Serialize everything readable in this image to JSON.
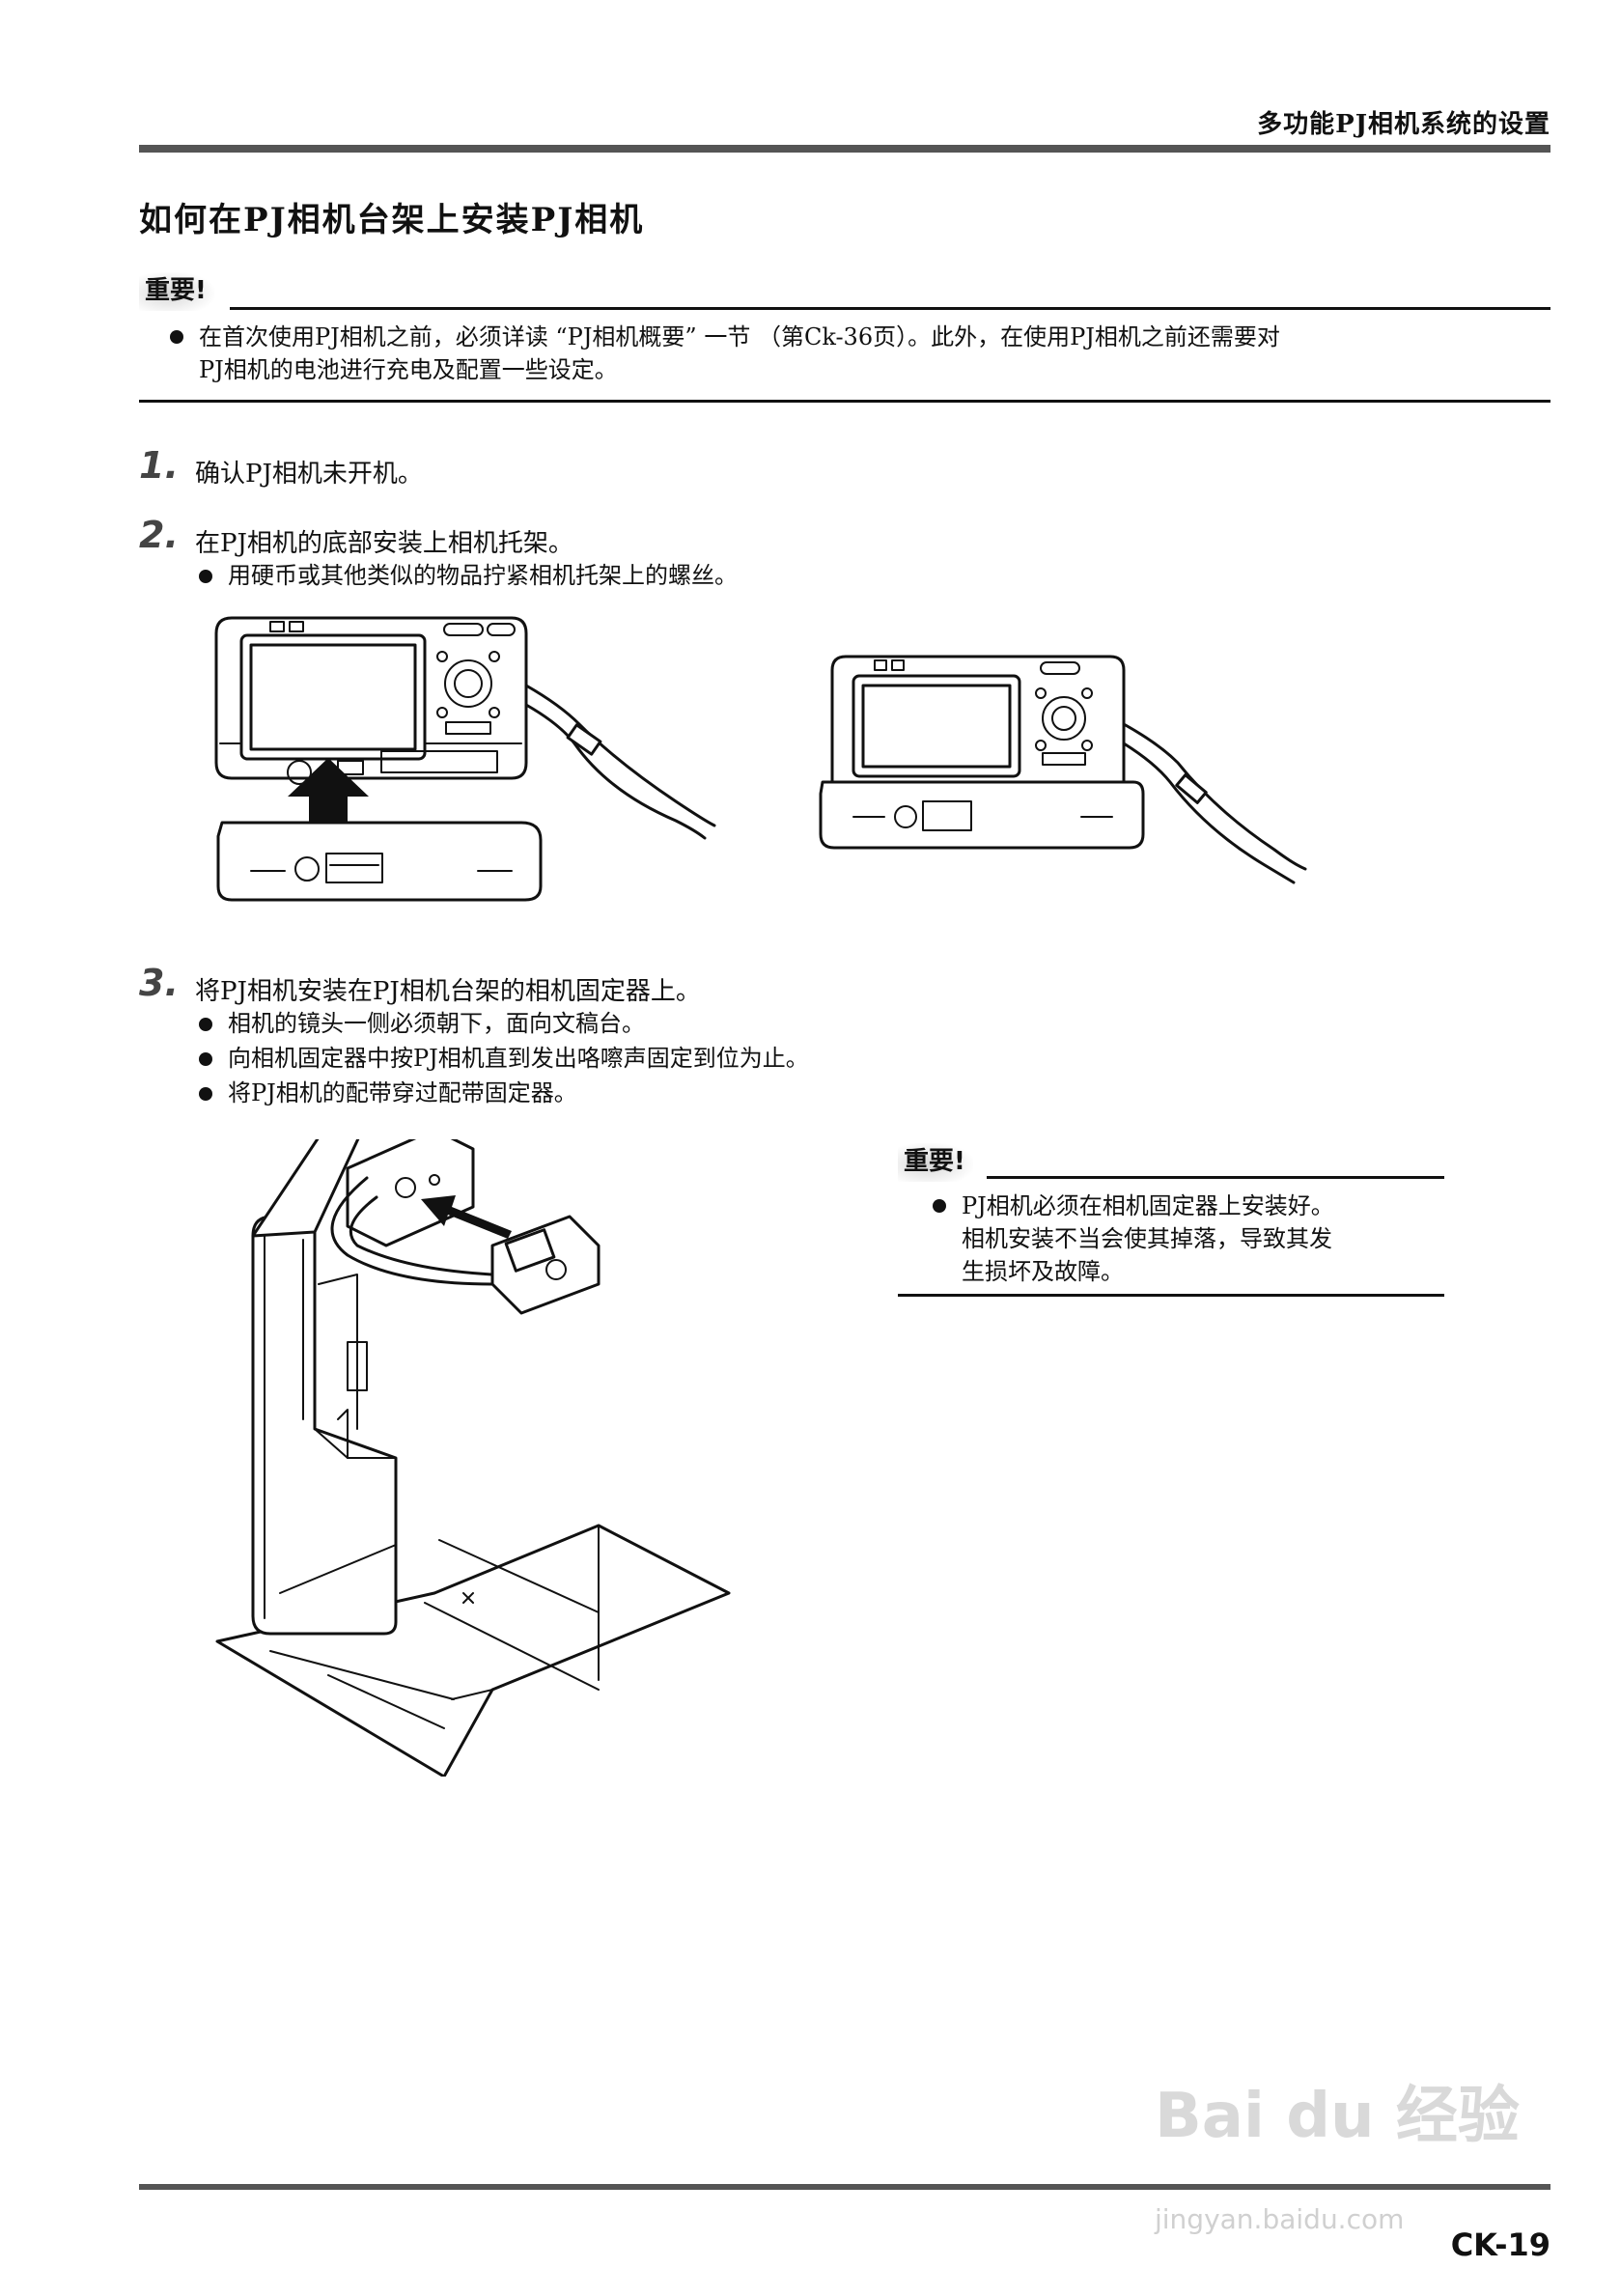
{
  "header": {
    "section_title": "多功能PJ相机系统的设置"
  },
  "page_title": "如何在PJ相机台架上安装PJ相机",
  "important_top": {
    "label": "重要!",
    "bullets": [
      {
        "line1": "在首次使用PJ相机之前，必须详读 “PJ相机概要” 一节 （第Ck-36页）。此外，在使用PJ相机之前还需要对",
        "line2": "PJ相机的电池进行充电及配置一些设定。"
      }
    ]
  },
  "steps": [
    {
      "number": "1.",
      "text": "确认PJ相机未开机。",
      "bullets": []
    },
    {
      "number": "2.",
      "text": "在PJ相机的底部安装上相机托架。",
      "bullets": [
        "用硬币或其他类似的物品拧紧相机托架上的螺丝。"
      ]
    },
    {
      "number": "3.",
      "text": "将PJ相机安装在PJ相机台架的相机固定器上。",
      "bullets": [
        "相机的镜头一侧必须朝下，面向文稿台。",
        "向相机固定器中按PJ相机直到发出咯嚓声固定到位为止。",
        "将PJ相机的配带穿过配带固定器。"
      ]
    }
  ],
  "important_side": {
    "label": "重要!",
    "lines": [
      "PJ相机必须在相机固定器上安装好。",
      "相机安装不当会使其掉落，导致其发",
      "生损坏及故障。"
    ]
  },
  "footer": {
    "page_number": "CK-19",
    "watermark_main": "Bai du 经验",
    "watermark_sub": "jingyan.baidu.com"
  }
}
